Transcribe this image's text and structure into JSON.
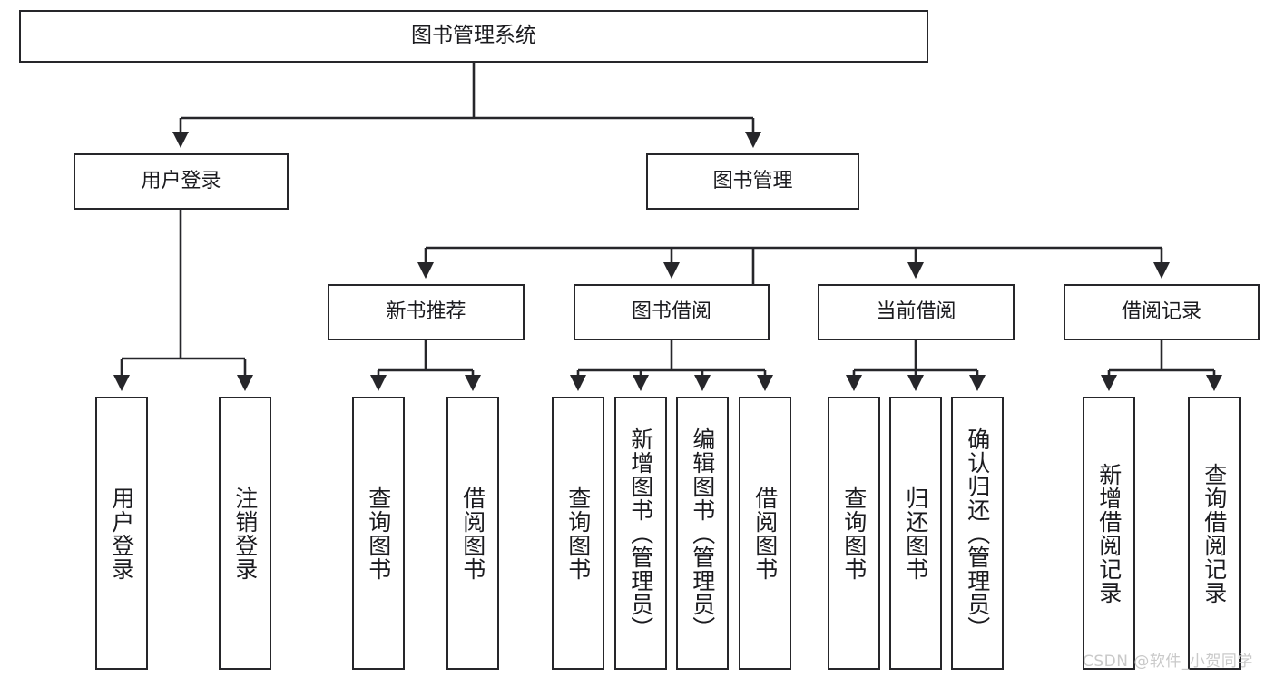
{
  "diagram": {
    "title": "图书管理系统",
    "type": "tree-hierarchy-diagram",
    "orientation": "top-down",
    "colors": {
      "box_border": "#26262a",
      "box_fill": "#ffffff",
      "edge": "#26262a",
      "text": "#1b1b1f",
      "watermark": "#c9c9c9",
      "background": "#ffffff"
    }
  },
  "root": {
    "label": "图书管理系统"
  },
  "level1": [
    {
      "label": "用户登录"
    },
    {
      "label": "图书管理"
    }
  ],
  "level2": [
    {
      "label": "新书推荐"
    },
    {
      "label": "图书借阅"
    },
    {
      "label": "当前借阅"
    },
    {
      "label": "借阅记录"
    }
  ],
  "leaves": {
    "user_login": [
      {
        "label": "用户登录"
      },
      {
        "label": "注销登录"
      }
    ],
    "new_book_recommend": [
      {
        "label": "查询图书"
      },
      {
        "label": "借阅图书"
      }
    ],
    "book_borrow": [
      {
        "label": "查询图书"
      },
      {
        "label": "新增图书（管理员）"
      },
      {
        "label": "编辑图书（管理员）"
      },
      {
        "label": "借阅图书"
      }
    ],
    "current_borrow": [
      {
        "label": "查询图书"
      },
      {
        "label": "归还图书"
      },
      {
        "label": "确认归还（管理员）"
      }
    ],
    "borrow_record": [
      {
        "label": "新增借阅记录"
      },
      {
        "label": "查询借阅记录"
      }
    ]
  },
  "watermark": {
    "text": "CSDN @软件_小贺同学"
  }
}
